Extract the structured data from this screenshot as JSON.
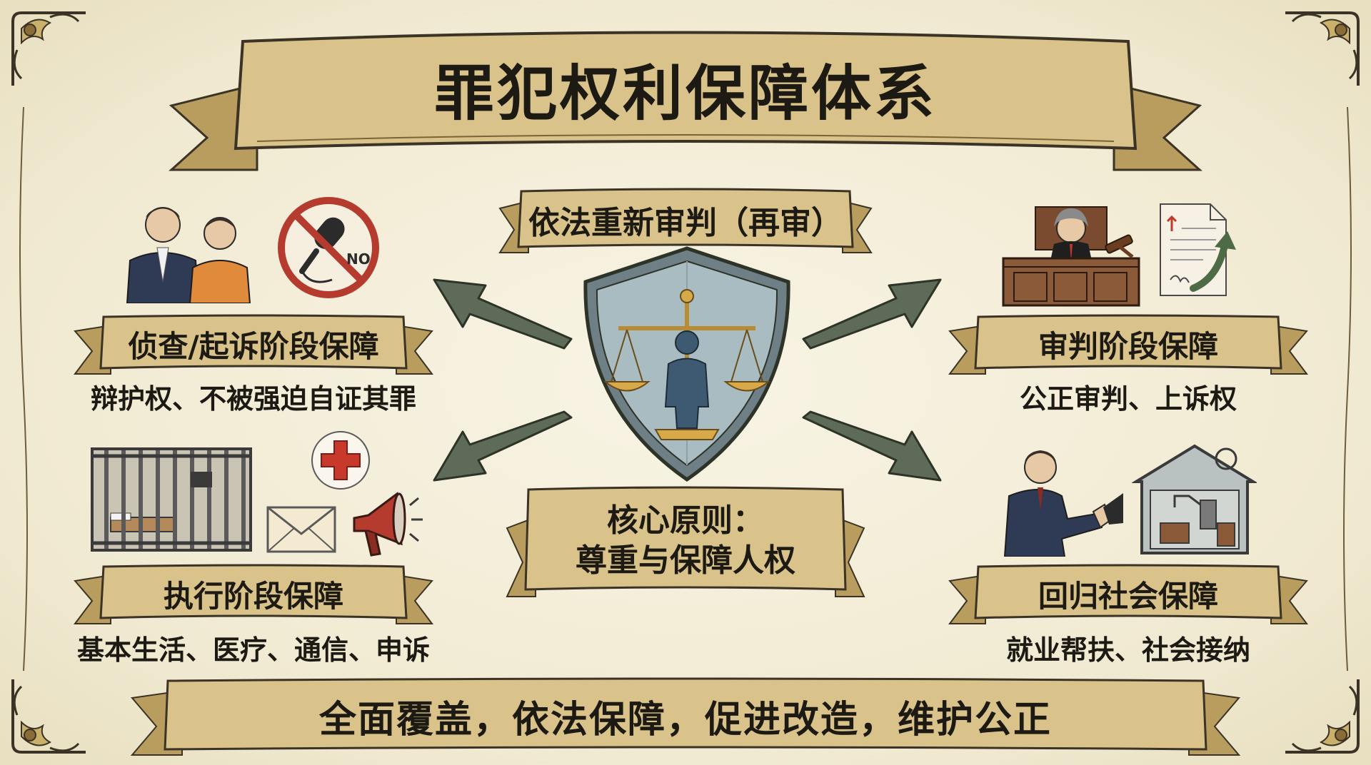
{
  "title": "罪犯权利保障体系",
  "retrial": "依法重新审判（再审）",
  "core": {
    "line1": "核心原则：",
    "line2": "尊重与保障人权"
  },
  "stages": [
    {
      "title": "侦查/起诉阶段保障",
      "desc": "辩护权、不被强迫自证其罪"
    },
    {
      "title": "审判阶段保障",
      "desc": "公正审判、上诉权"
    },
    {
      "title": "执行阶段保障",
      "desc": "基本生活、医疗、通信、申诉"
    },
    {
      "title": "回归社会保障",
      "desc": "就业帮扶、社会接纳"
    }
  ],
  "bottom": "全面覆盖，依法保障，促进改造，维护公正",
  "icons": {
    "no_sign_text": "NO"
  },
  "colors": {
    "parchment": "#d9c38b",
    "parchment_dark": "#b99d5e",
    "arrow": "#5d6b58",
    "shield": "#a9bcc1",
    "background": "#f3eedb"
  }
}
